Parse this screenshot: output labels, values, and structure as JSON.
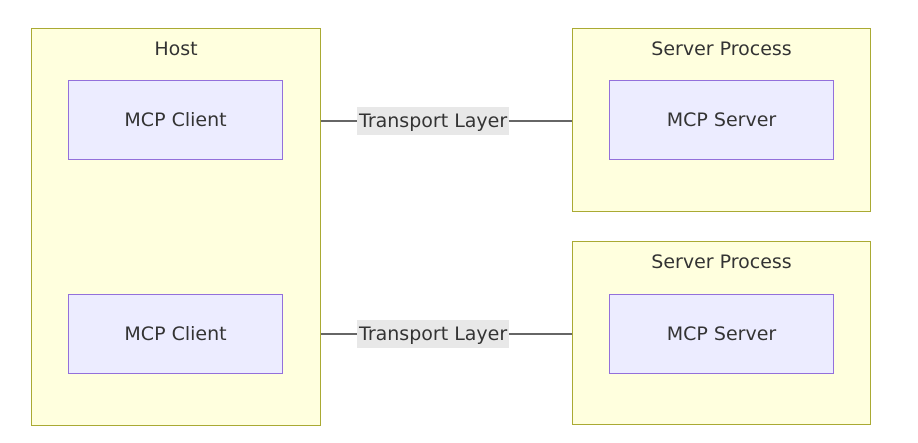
{
  "colors": {
    "cluster_fill": "#ffffde",
    "cluster_border": "#aaaa33",
    "node_fill": "#ececff",
    "node_border": "#9370db",
    "edge": "#333333",
    "edge_label_bg": "#e8e8e8",
    "text": "#333333"
  },
  "host": {
    "label": "Host",
    "clients": [
      {
        "label": "MCP Client"
      },
      {
        "label": "MCP Client"
      }
    ]
  },
  "server_processes": [
    {
      "label": "Server Process",
      "server": {
        "label": "MCP Server"
      }
    },
    {
      "label": "Server Process",
      "server": {
        "label": "MCP Server"
      }
    }
  ],
  "edges": [
    {
      "label": "Transport Layer",
      "direction": "bidirectional"
    },
    {
      "label": "Transport Layer",
      "direction": "bidirectional"
    }
  ]
}
